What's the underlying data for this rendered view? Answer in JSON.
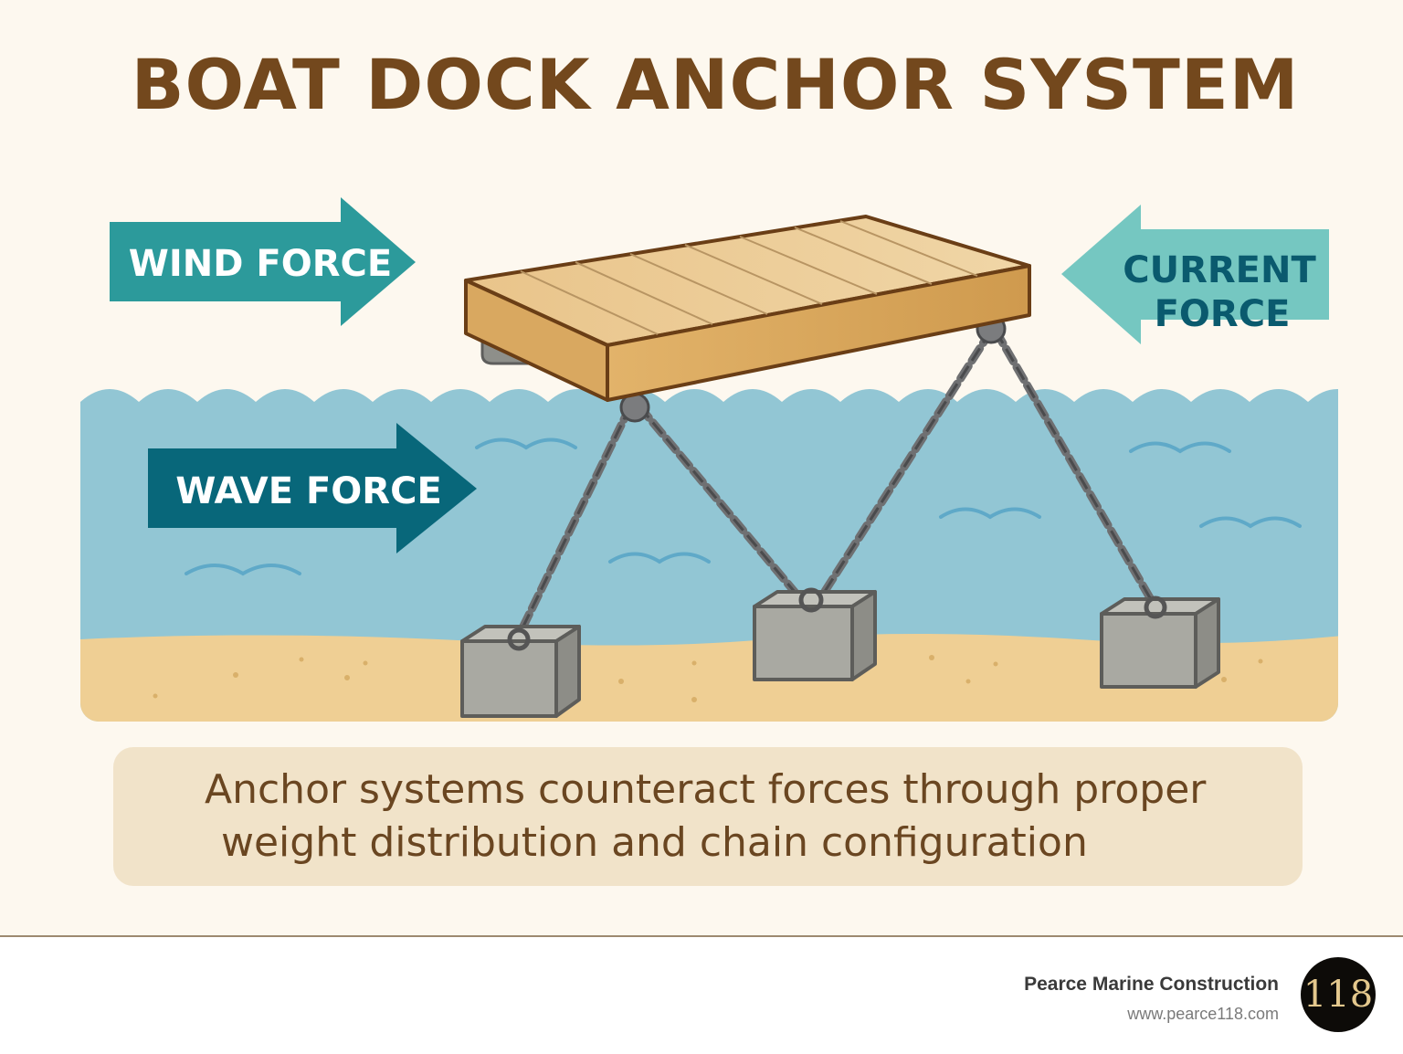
{
  "title": "BOAT DOCK ANCHOR SYSTEM",
  "forces": {
    "wind": "WIND FORCE",
    "current_line1": "CURRENT",
    "current_line2": "FORCE",
    "wave": "WAVE FORCE"
  },
  "caption": {
    "line1": "Anchor systems counteract forces through proper",
    "line2": "weight distribution and chain configuration"
  },
  "footer": {
    "company": "Pearce Marine Construction",
    "url": "www.pearce118.com",
    "logo_text": "118"
  },
  "colors": {
    "title": "#73481d",
    "wind_arrow": "#2c9a9b",
    "current_arrow": "#75c7c1",
    "wave_arrow": "#08677a",
    "water": "#92c6d4",
    "sand": "#efcf94",
    "deck": "#e8c48b",
    "block": "#a9a9a2",
    "chain": "#6f7072"
  },
  "icons": [
    "dock-platform",
    "anchor-chain",
    "concrete-block",
    "force-arrow"
  ]
}
